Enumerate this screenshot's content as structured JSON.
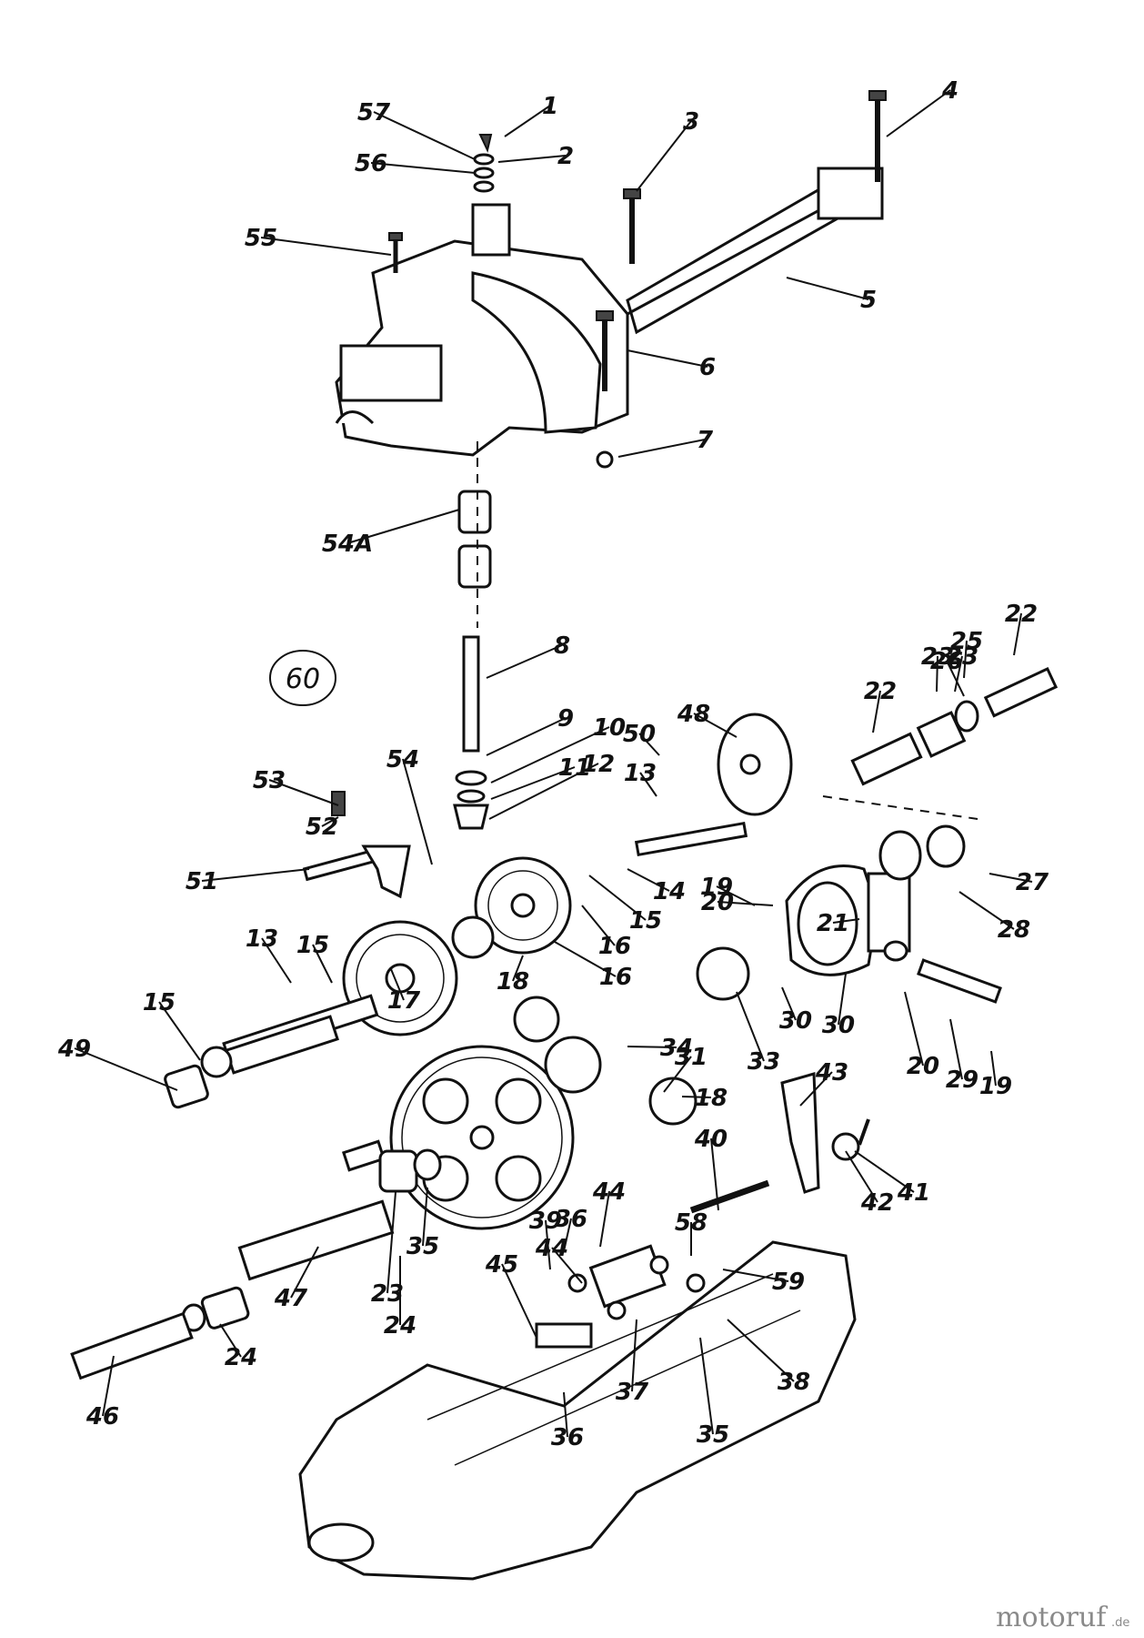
{
  "diagram": {
    "figure_badge": "60",
    "watermark": {
      "brand": "motoruf",
      "tld": ".de"
    },
    "part_labels": [
      "1",
      "2",
      "3",
      "4",
      "5",
      "6",
      "7",
      "8",
      "9",
      "10",
      "11",
      "12",
      "13",
      "13",
      "14",
      "15",
      "15",
      "15",
      "16",
      "16",
      "17",
      "18",
      "18",
      "19",
      "19",
      "20",
      "20",
      "21",
      "22",
      "22",
      "23",
      "23",
      "23",
      "24",
      "24",
      "25",
      "26",
      "27",
      "28",
      "29",
      "30",
      "30",
      "31",
      "33",
      "34",
      "35",
      "35",
      "36",
      "36",
      "37",
      "38",
      "39",
      "40",
      "41",
      "42",
      "43",
      "44",
      "44",
      "45",
      "46",
      "47",
      "48",
      "49",
      "50",
      "51",
      "52",
      "53",
      "54",
      "54A",
      "55",
      "56",
      "57",
      "58",
      "59"
    ]
  }
}
